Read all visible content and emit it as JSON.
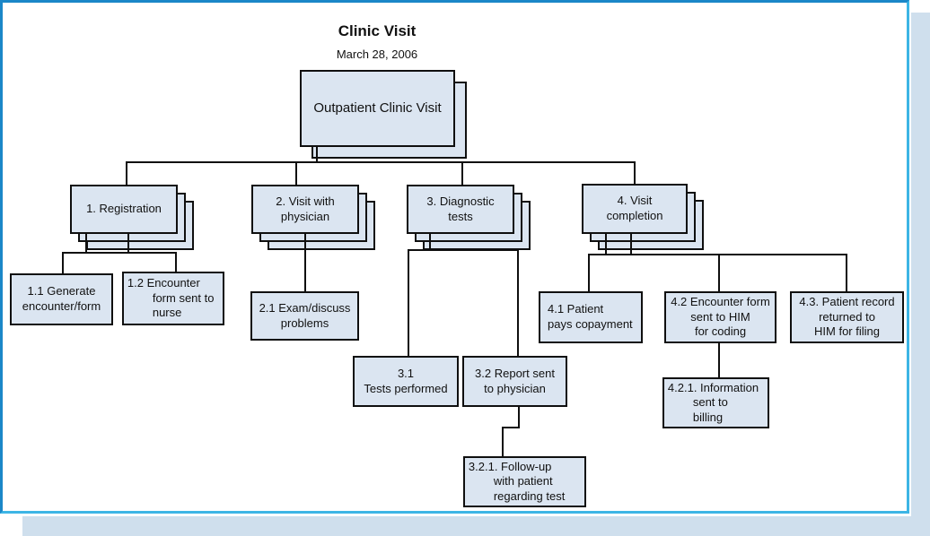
{
  "diagram": {
    "title": "Clinic Visit",
    "date": "March 28, 2006",
    "type": "work-breakdown-structure",
    "colors": {
      "box_fill": "#dbe5f1",
      "box_border": "#0f0f0f",
      "frame_border_top_left": "#1b87c8",
      "frame_border_bottom_right": "#3db5e5",
      "page_shadow": "#cfdfed"
    },
    "nodes": [
      {
        "id": "root",
        "label": "Outpatient Clinic Visit"
      },
      {
        "id": "b1",
        "label": "1. Registration"
      },
      {
        "id": "b2",
        "label": "2. Visit with\nphysician"
      },
      {
        "id": "b3",
        "label": "3. Diagnostic\ntests"
      },
      {
        "id": "b4",
        "label": "4. Visit\ncompletion"
      },
      {
        "id": "n11",
        "label": "1.1 Generate\nencounter/form"
      },
      {
        "id": "n12",
        "label": "1.2 Encounter\nform sent to\nnurse"
      },
      {
        "id": "n21",
        "label": "2.1 Exam/discuss\nproblems"
      },
      {
        "id": "n31",
        "label": "3.1\nTests performed"
      },
      {
        "id": "n32",
        "label": "3.2 Report sent\nto physician"
      },
      {
        "id": "n321",
        "label": "3.2.1. Follow-up\nwith patient\nregarding test"
      },
      {
        "id": "n41",
        "label": "4.1 Patient\npays copayment"
      },
      {
        "id": "n42",
        "label": "4.2 Encounter form\nsent to HIM\nfor coding"
      },
      {
        "id": "n421",
        "label": "4.2.1. Information\nsent to\nbilling"
      },
      {
        "id": "n43",
        "label": "4.3. Patient record\nreturned to\nHIM for filing"
      }
    ]
  }
}
